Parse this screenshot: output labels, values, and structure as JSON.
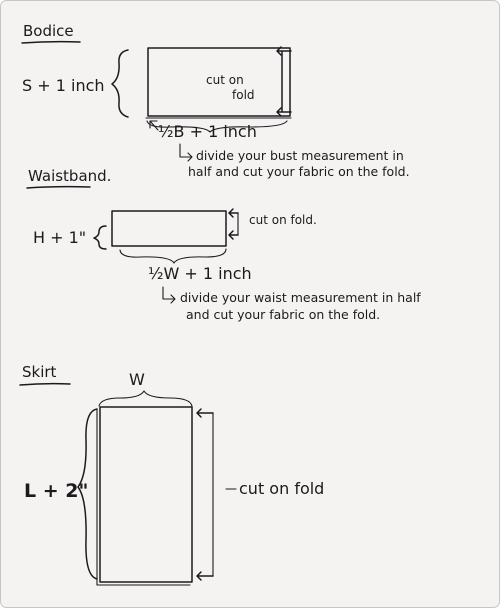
{
  "bodice": {
    "heading": "Bodice",
    "height_label": "S + 1 inch",
    "fold_label_line1": "cut on",
    "fold_label_line2": "fold",
    "width_label": "½B + 1 inch",
    "note_line1": "divide your bust measurement in",
    "note_line2": "half and cut your fabric on the fold."
  },
  "waistband": {
    "heading": "Waistband.",
    "height_label": "H + 1\"",
    "fold_label": "cut on fold.",
    "width_label": "½W + 1 inch",
    "note_line1": "divide your waist measurement in half",
    "note_line2": "and cut your fabric on the fold."
  },
  "skirt": {
    "heading": "Skirt",
    "width_label": "W",
    "height_label": "L + 2\"",
    "fold_label": "cut on fold"
  },
  "colors": {
    "ink": "#1b1b1d",
    "paper": "#f4f3f1"
  }
}
